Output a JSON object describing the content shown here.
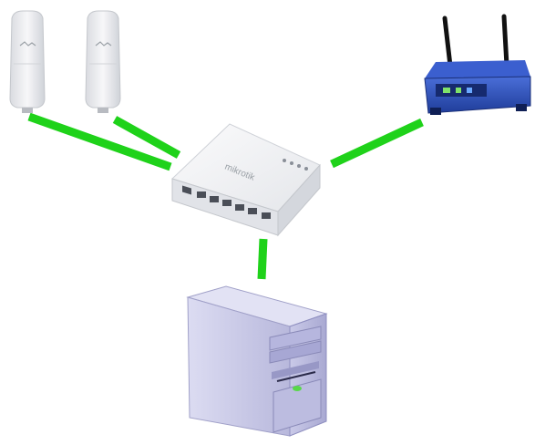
{
  "diagram": {
    "type": "network-topology",
    "link_color": "#1fd21a",
    "nodes": [
      {
        "id": "ap-1",
        "kind": "outdoor-wireless-access-point",
        "icon": "outdoor-ap-icon"
      },
      {
        "id": "ap-2",
        "kind": "outdoor-wireless-access-point",
        "icon": "outdoor-ap-icon"
      },
      {
        "id": "router",
        "kind": "router-switch",
        "icon": "router-icon"
      },
      {
        "id": "wifi-router",
        "kind": "wireless-router",
        "icon": "wifi-router-icon"
      },
      {
        "id": "server",
        "kind": "server-tower",
        "icon": "server-icon"
      }
    ],
    "links": [
      {
        "from": "ap-1",
        "to": "router"
      },
      {
        "from": "ap-2",
        "to": "router"
      },
      {
        "from": "wifi-router",
        "to": "router"
      },
      {
        "from": "server",
        "to": "router"
      }
    ]
  }
}
